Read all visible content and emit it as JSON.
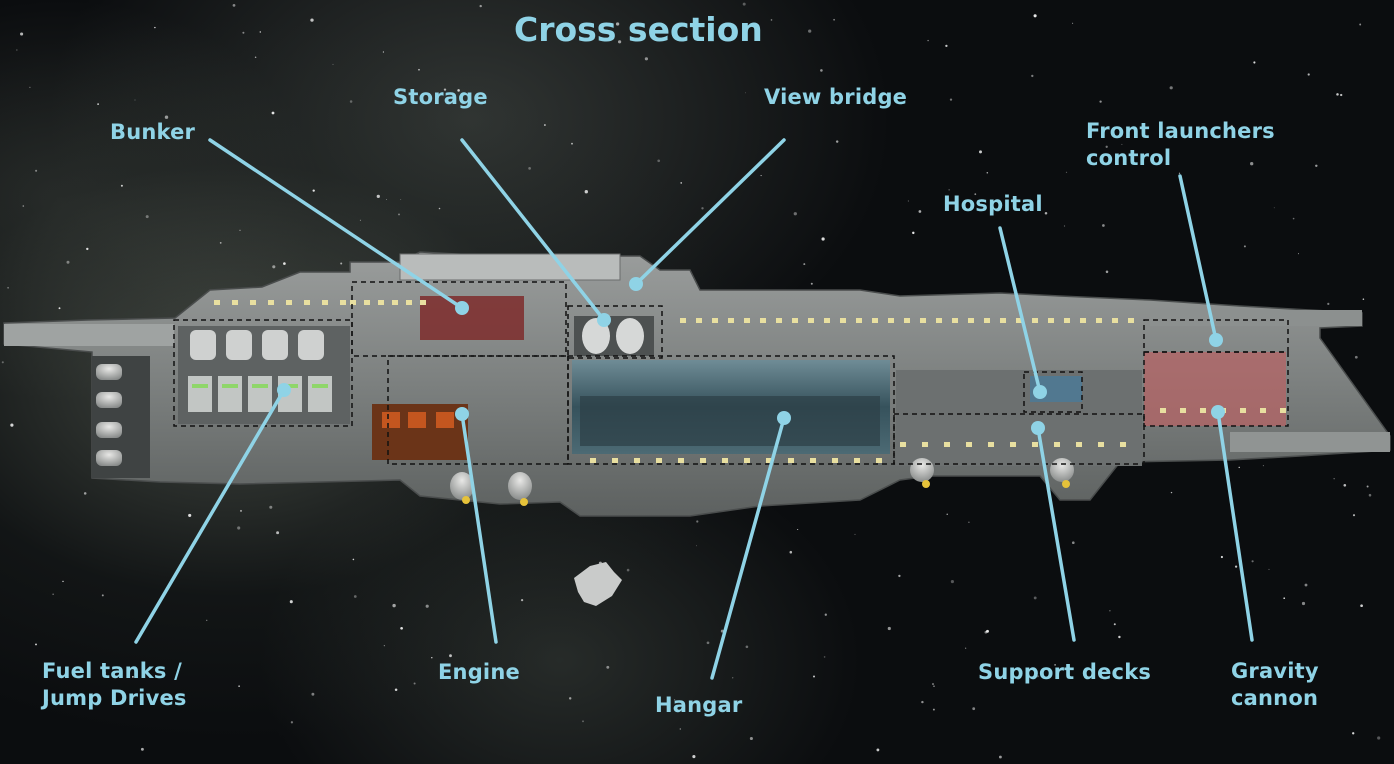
{
  "title": "Cross section",
  "accent_color": "#8fd3e6",
  "labels": {
    "storage": "Storage",
    "view_bridge": "View bridge",
    "bunker": "Bunker",
    "front_launchers": [
      "Front launchers",
      "control"
    ],
    "hospital": "Hospital",
    "fuel_tanks": [
      "Fuel tanks /",
      "Jump Drives"
    ],
    "engine": "Engine",
    "hangar": "Hangar",
    "support_decks": "Support decks",
    "gravity_cannon": [
      "Gravity",
      "cannon"
    ]
  }
}
